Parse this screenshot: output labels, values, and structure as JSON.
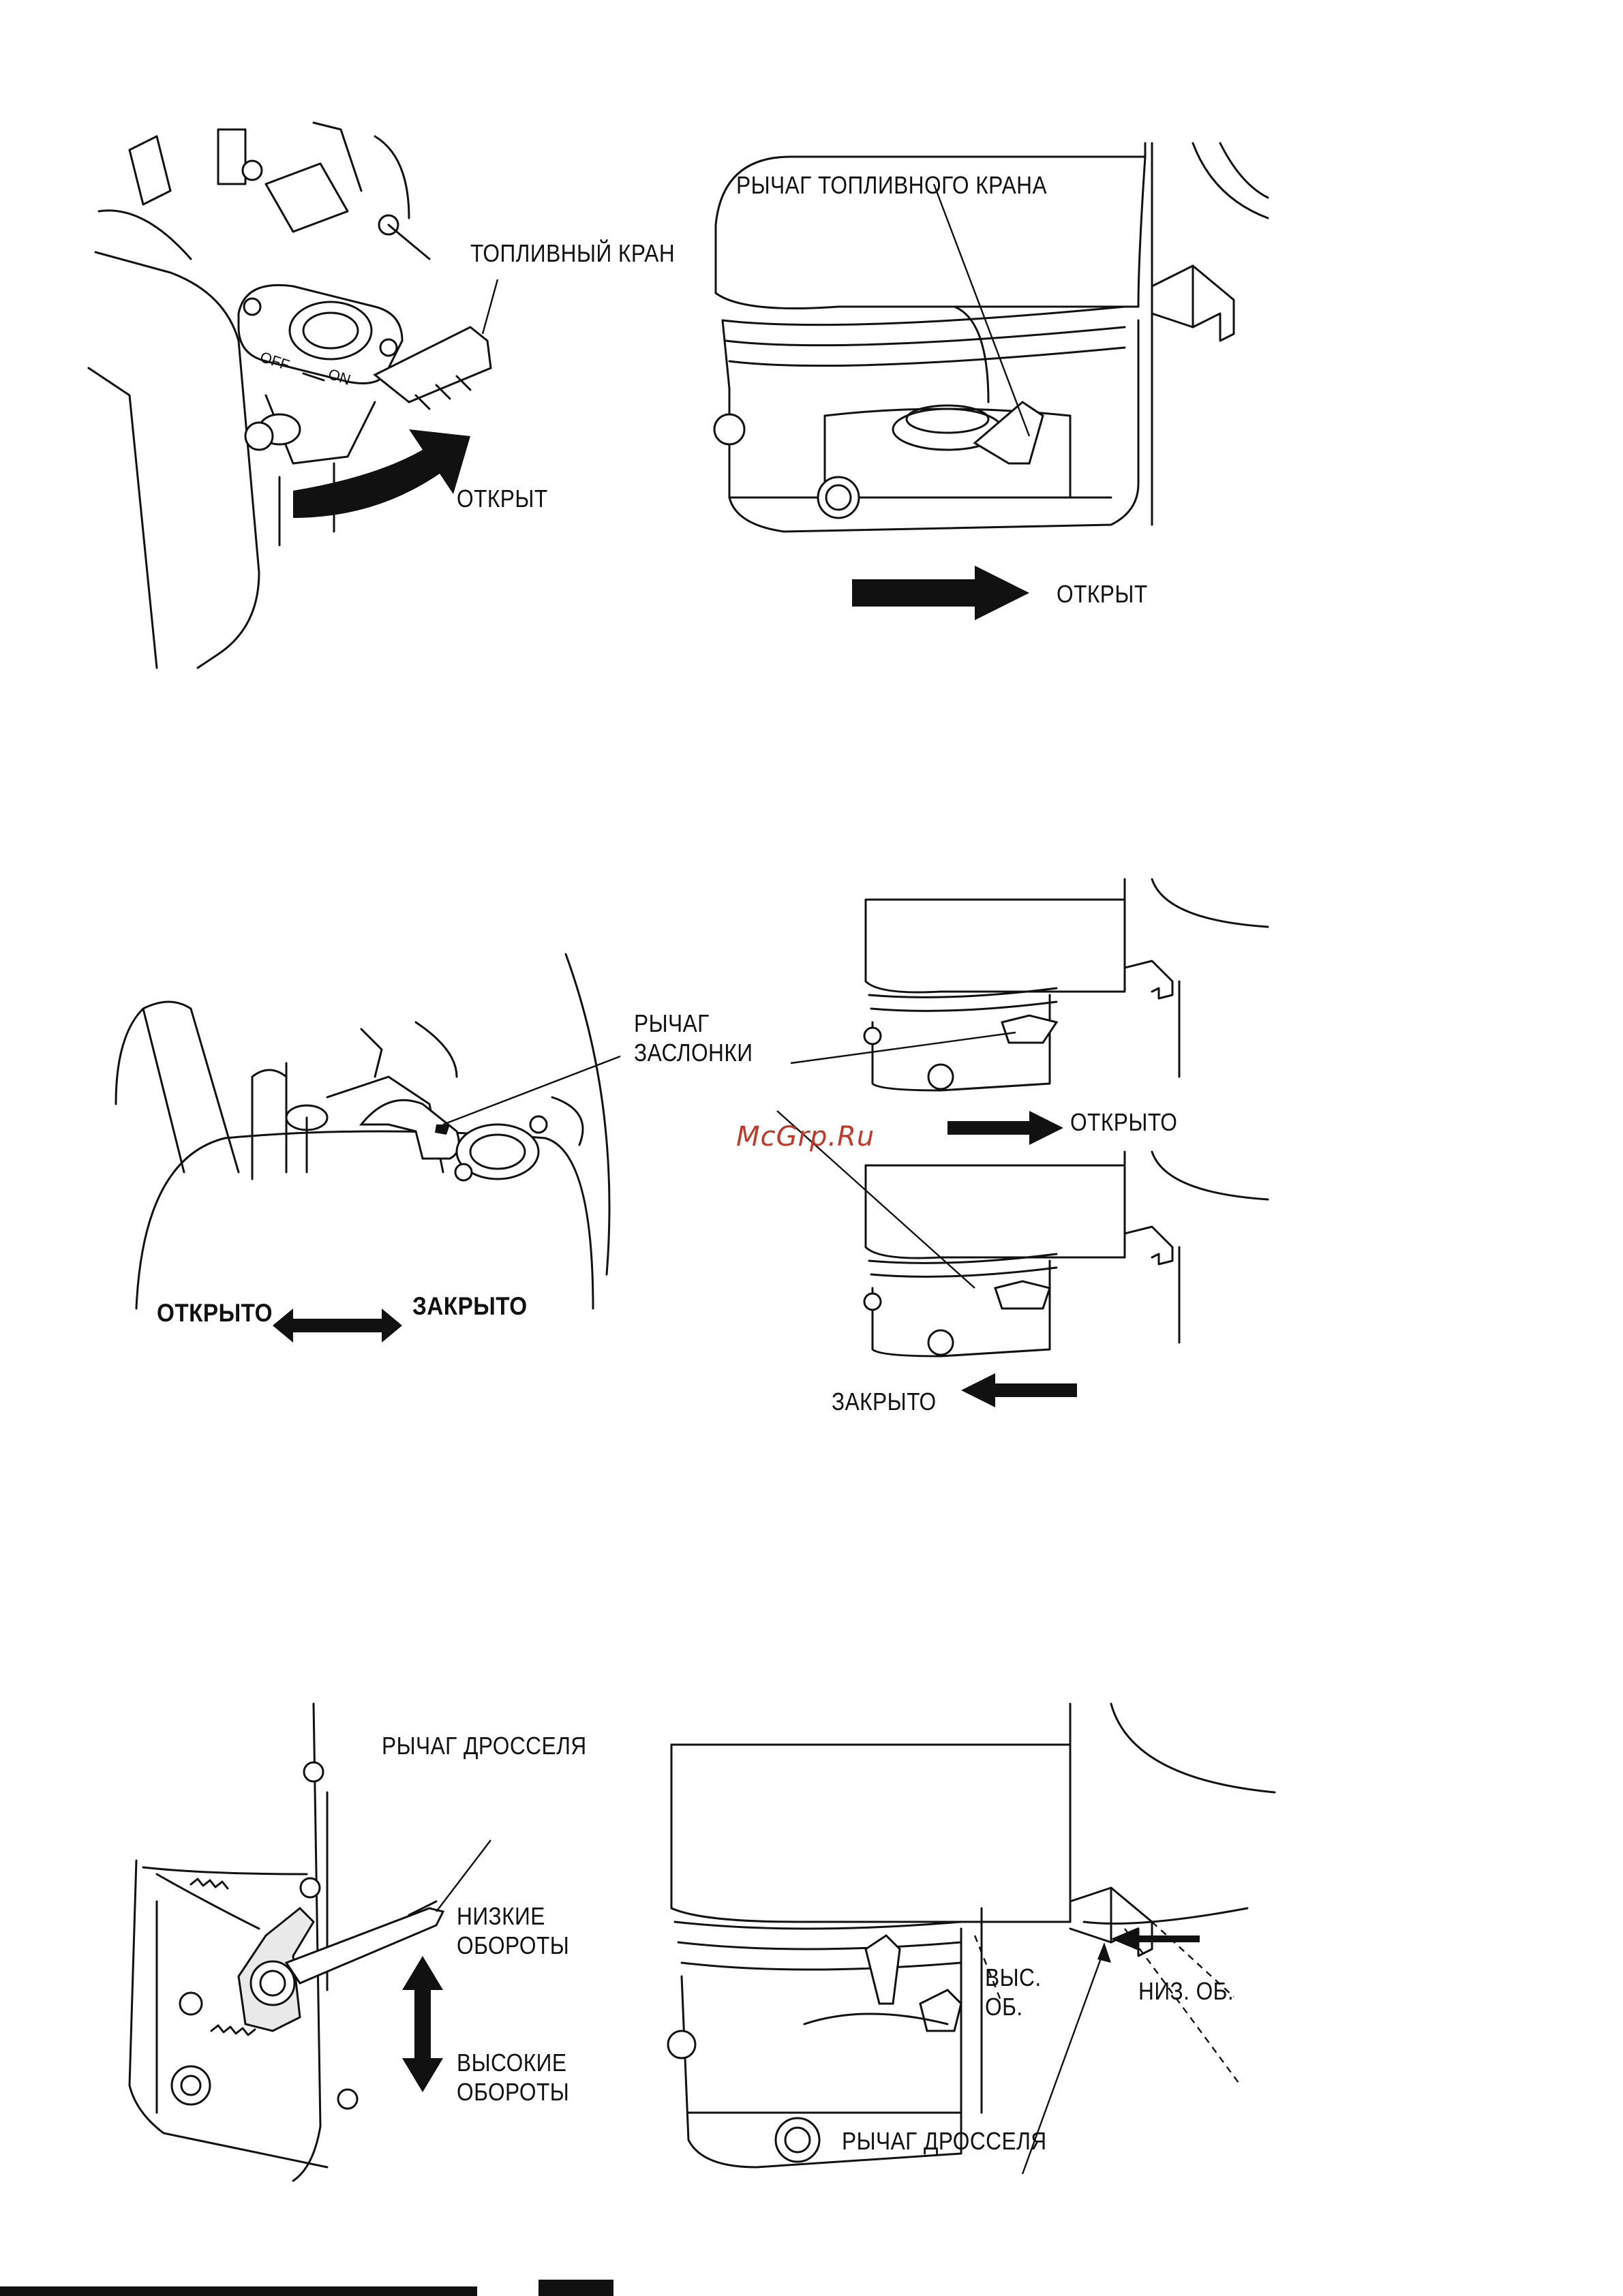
{
  "figure1_left": {
    "fuel_valve": "ТОПЛИВНЫЙ КРАН",
    "open": "ОТКРЫТ",
    "off_on": "OFF ← ON"
  },
  "figure1_right": {
    "fuel_valve_lever": "РЫЧАГ ТОПЛИВНОГО КРАНА",
    "open": "ОТКРЫТ"
  },
  "figure2_left": {
    "choke_lever": "РЫЧАГ\nЗАСЛОНКИ",
    "open": "ОТКРЫТО",
    "closed": "ЗАКРЫТО"
  },
  "figure2_right": {
    "open": "ОТКРЫТО",
    "closed": "ЗАКРЫТО"
  },
  "watermark": "McGrp.Ru",
  "figure3_left": {
    "throttle_lever": "РЫЧАГ ДРОССЕЛЯ",
    "low_rpm": "НИЗКИЕ\nОБОРОТЫ",
    "high_rpm": "ВЫСОКИЕ\nОБОРОТЫ"
  },
  "figure3_right": {
    "high": "ВЫС.\nОБ.",
    "low": "НИЗ. ОБ.",
    "throttle_lever": "РЫЧАГ ДРОССЕЛЯ"
  }
}
